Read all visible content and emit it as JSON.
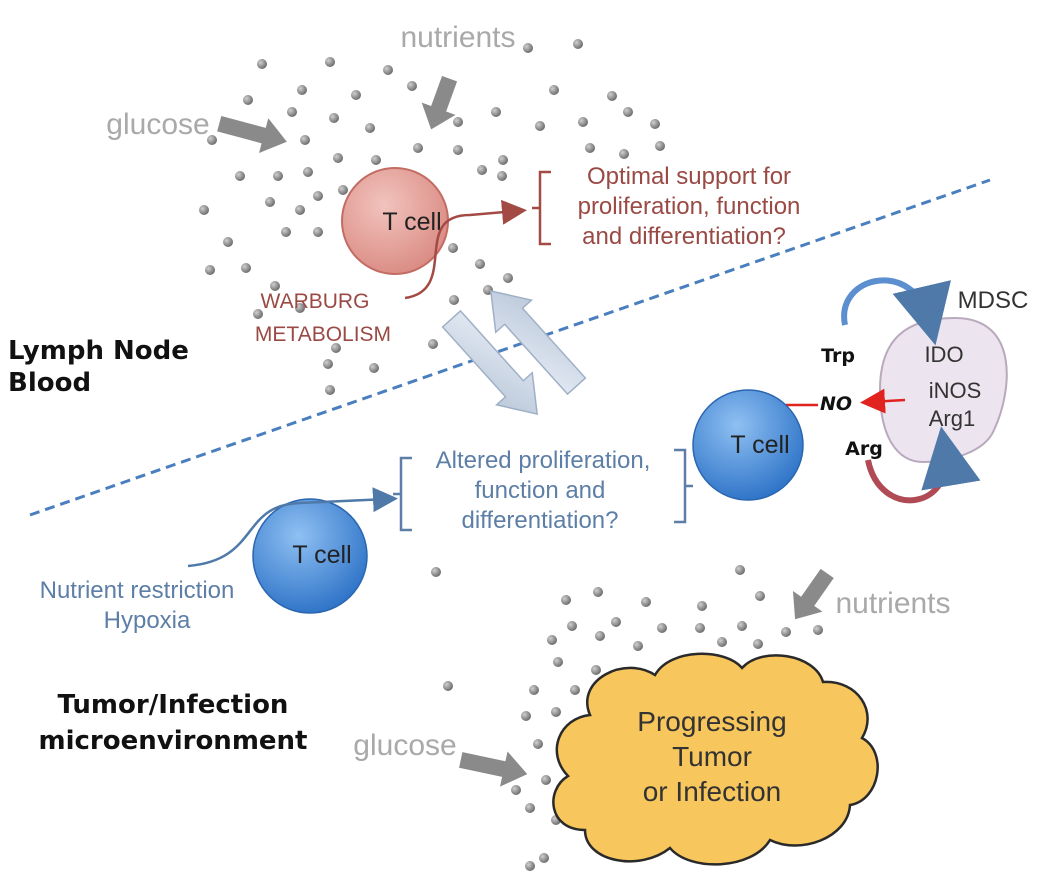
{
  "labels": {
    "nutrients_top": "nutrients",
    "glucose_top": "glucose",
    "tcell_top": "T cell",
    "optimal_l1": "Optimal support for",
    "optimal_l2": "proliferation, function",
    "optimal_l3": "and differentiation?",
    "warburg_l1": "WARBURG",
    "warburg_l2": "METABOLISM",
    "region_top_l1": "Lymph Node",
    "region_top_l2": "Blood",
    "mdsc": "MDSC",
    "ido": "IDO",
    "inos": "iNOS",
    "arg1": "Arg1",
    "trp": "Trp",
    "arg": "Arg",
    "no": "NO",
    "tcell_right": "T cell",
    "altered_l1": "Altered proliferation,",
    "altered_l2": "function and",
    "altered_l3": "differentiation?",
    "tcell_bottom": "T cell",
    "restriction_l1": "Nutrient restriction",
    "restriction_l2": "Hypoxia",
    "nutrients_bottom": "nutrients",
    "region_bottom_l1": "Tumor/Infection",
    "region_bottom_l2": "microenvironment",
    "glucose_bottom": "glucose",
    "tumor_l1": "Progressing",
    "tumor_l2": "Tumor",
    "tumor_l3": "or Infection"
  },
  "colors": {
    "tcell_top_fill": "#e4a49e",
    "tcell_blue_fill": "#4f8fd6",
    "tumor_fill": "#f7c65c",
    "mdsc_fill": "#ece4ee",
    "nutrient_dot": "#8d8d8d",
    "boundary_line": "#4a7fbf"
  }
}
